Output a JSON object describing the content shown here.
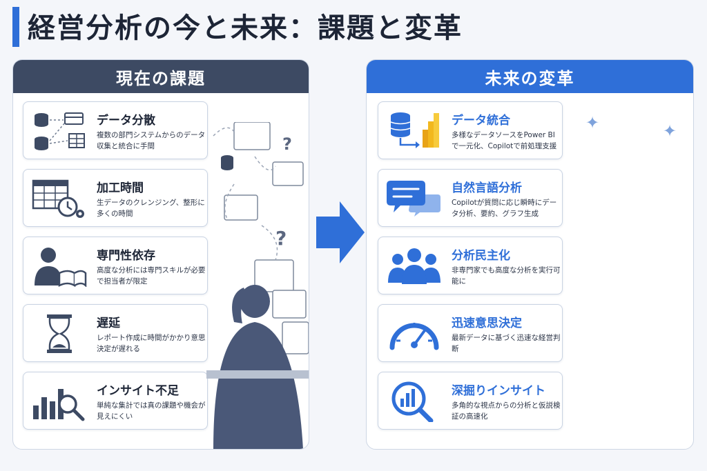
{
  "title": "経営分析の今と未来：課題と変革",
  "left": {
    "heading": "現在の課題",
    "cards": [
      {
        "title": "データ分散",
        "desc": "複数の部門システムからのデータ収集と統合に手間",
        "icon": "database-network-icon"
      },
      {
        "title": "加工時間",
        "desc": "生データのクレンジング、整形に多くの時間",
        "icon": "spreadsheet-clock-icon"
      },
      {
        "title": "専門性依存",
        "desc": "高度な分析には専門スキルが必要で担当者が限定",
        "icon": "person-book-icon"
      },
      {
        "title": "遅延",
        "desc": "レポート作成に時間がかかり意思決定が遅れる",
        "icon": "hourglass-icon"
      },
      {
        "title": "インサイト不足",
        "desc": "単純な集計では真の課題や機会が見えにくい",
        "icon": "bar-chart-magnifier-icon"
      }
    ]
  },
  "right": {
    "heading": "未来の変革",
    "cards": [
      {
        "title": "データ統合",
        "desc": "多様なデータソースをPower BIで一元化、Copilotで前処理支援",
        "icon": "database-powerbi-icon"
      },
      {
        "title": "自然言語分析",
        "desc": "Copilotが質問に応じ瞬時にデータ分析、要約、グラフ生成",
        "icon": "chat-bubble-icon"
      },
      {
        "title": "分析民主化",
        "desc": "非専門家でも高度な分析を実行可能に",
        "icon": "people-group-icon"
      },
      {
        "title": "迅速意思決定",
        "desc": "最新データに基づく迅速な経営判断",
        "icon": "speedometer-icon"
      },
      {
        "title": "深掘りインサイト",
        "desc": "多角的な視点からの分析と仮説検証の高速化",
        "icon": "magnifier-chart-icon"
      }
    ]
  },
  "colors": {
    "accent": "#2f6fd8",
    "dark_header": "#3d4a63"
  }
}
